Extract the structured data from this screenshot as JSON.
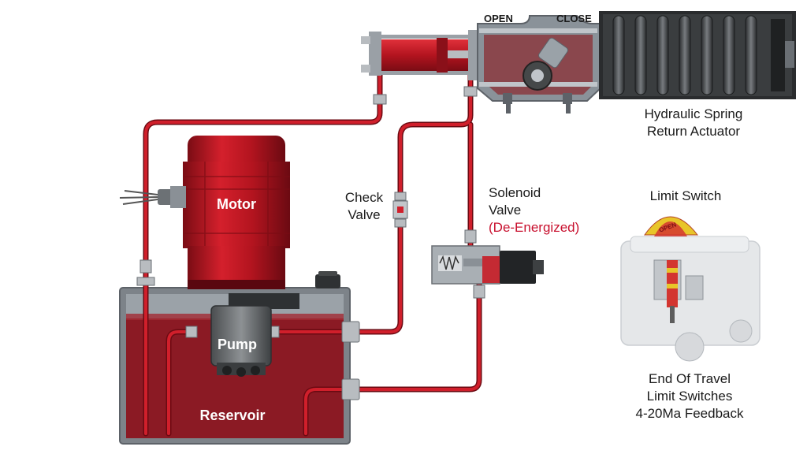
{
  "labels": {
    "open": "OPEN",
    "close": "CLOSE",
    "actuator_line1": "Hydraulic Spring",
    "actuator_line2": "Return Actuator",
    "limit_switch": "Limit Switch",
    "dome_text": "OPEN",
    "solenoid_line1": "Solenoid",
    "solenoid_line2": "Valve",
    "solenoid_state": "(De-Energized)",
    "check_line1": "Check",
    "check_line2": "Valve",
    "motor": "Motor",
    "pump": "Pump",
    "reservoir": "Reservoir",
    "feedback_line1": "End Of Travel",
    "feedback_line2": "Limit Switches",
    "feedback_line3": "4-20Ma Feedback"
  },
  "colors": {
    "fluid": "#c8102e",
    "reservoir_fluid": "#8b1a24",
    "housing_gray": "#8a9299",
    "label_red": "#c8102e"
  }
}
